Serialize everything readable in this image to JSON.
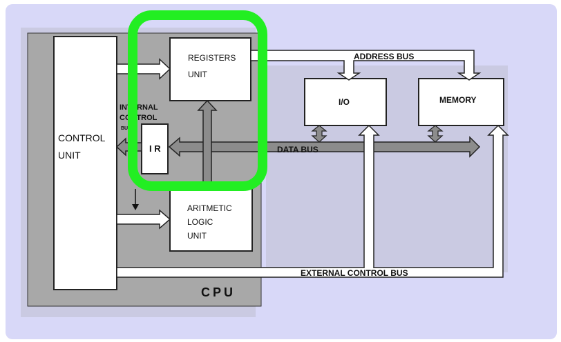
{
  "colors": {
    "background": "#d8d8f8",
    "cpu_fill": "#a8a8a8",
    "box_fill": "#ffffff",
    "bus_fill": "#8c8c8c",
    "highlight": "#22ee22"
  },
  "labels": {
    "control_unit_line1": "CONTROL",
    "control_unit_line2": "UNIT",
    "registers_line1": "REGISTERS",
    "registers_line2": "UNIT",
    "internal_line1": "INTERNAL",
    "internal_line2": "CONTROL",
    "internal_line3": "BUS",
    "ir": "I R",
    "alu_line1": "ARITMETIC",
    "alu_line2": "LOGIC",
    "alu_line3": "UNIT",
    "io": "I/O",
    "memory": "MEMORY",
    "address_bus": "ADDRESS  BUS",
    "data_bus": "DATA BUS",
    "external_control_bus": "EXTERNAL  CONTROL  BUS",
    "cpu": "CPU"
  },
  "highlight_target": "registers-unit"
}
